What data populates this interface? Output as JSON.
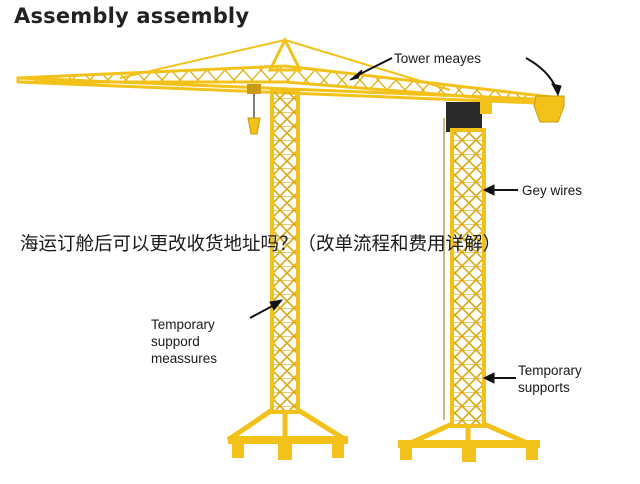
{
  "title": "Assembly assembly",
  "labels": {
    "tower_meayes": "Tower meayes",
    "gey_wires": "Gey wires",
    "temp_suppord_line1": "Temporary",
    "temp_suppord_line2": "suppord",
    "temp_suppord_line3": "meassures",
    "temp_supports_line1": "Temporary",
    "temp_supports_line2": "supports"
  },
  "overlay_text": "海运订舱后可以更改收货地址吗？（改单流程和费用详解）",
  "colors": {
    "crane_yellow": "#f2c21a",
    "crane_dark": "#c99a0c",
    "arrow": "#111111",
    "cab": "#2a2a2a"
  }
}
